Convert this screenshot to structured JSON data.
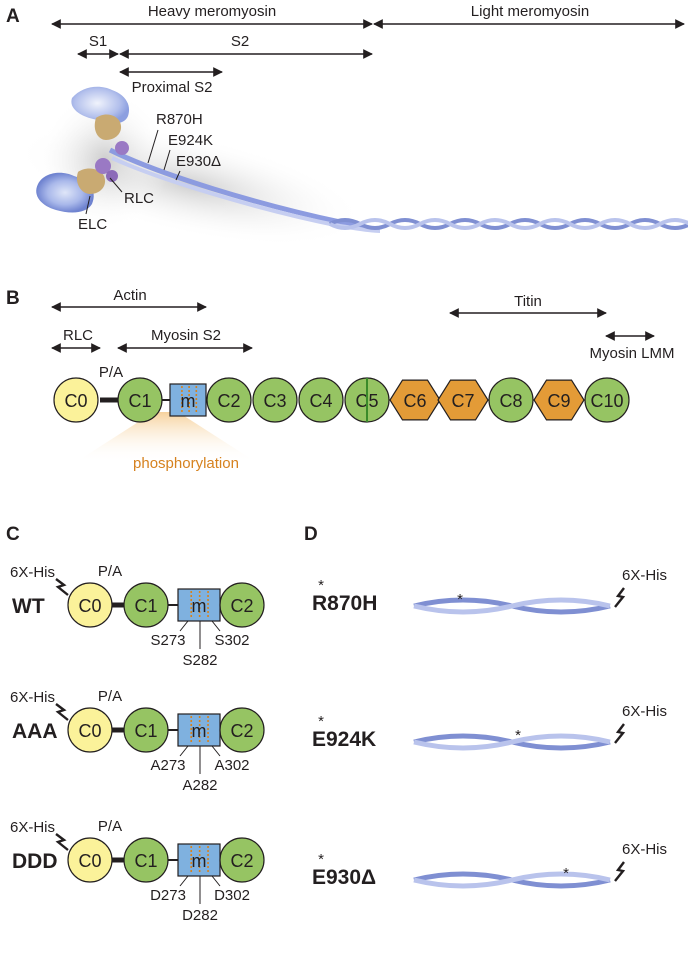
{
  "panel_a": {
    "letter": "A",
    "heavy_meromyosin": "Heavy meromyosin",
    "light_meromyosin": "Light meromyosin",
    "s1": "S1",
    "s2": "S2",
    "proximal_s2": "Proximal S2",
    "mutations": [
      "R870H",
      "E924K",
      "E930Δ"
    ],
    "rlc": "RLC",
    "elc": "ELC"
  },
  "panel_b": {
    "letter": "B",
    "binding_regions": {
      "actin": "Actin",
      "titin": "Titin",
      "rlc": "RLC",
      "myosin_s2": "Myosin S2",
      "myosin_lmm": "Myosin LMM"
    },
    "pa_linker": "P/A",
    "domains": [
      "C0",
      "C1",
      "m",
      "C2",
      "C3",
      "C4",
      "C5",
      "C6",
      "C7",
      "C8",
      "C9",
      "C10"
    ],
    "phosphorylation": "phosphorylation"
  },
  "panel_c": {
    "letter": "C",
    "tag": "6X-His",
    "pa": "P/A",
    "domains": [
      "C0",
      "C1",
      "m",
      "C2"
    ],
    "constructs": [
      {
        "name": "WT",
        "sites": [
          "S273",
          "S282",
          "S302"
        ]
      },
      {
        "name": "AAA",
        "sites": [
          "A273",
          "A282",
          "A302"
        ]
      },
      {
        "name": "DDD",
        "sites": [
          "D273",
          "D282",
          "D302"
        ]
      }
    ]
  },
  "panel_d": {
    "letter": "D",
    "tag": "6X-His",
    "star": "*",
    "constructs": [
      {
        "name": "R870H"
      },
      {
        "name": "E924K"
      },
      {
        "name": "E930Δ"
      }
    ]
  },
  "colors": {
    "c0_yellow": "#fbf29a",
    "ig_green": "#96c463",
    "fn_orange": "#e39b37",
    "m_blue": "#7fb1df",
    "coil_dark": "#7f8fd2",
    "coil_light": "#b9c3ec",
    "phospho_orange": "#d6821f"
  }
}
